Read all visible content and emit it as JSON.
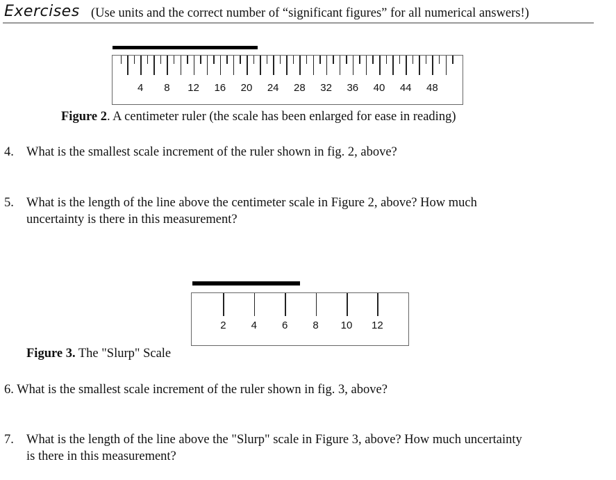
{
  "header": {
    "title": "Exercises",
    "note": "(Use units and the correct number of “significant figures” for all numerical answers!)"
  },
  "figure2": {
    "caption_label": "Figure 2",
    "caption_text": ". A centimeter ruler (the scale has been enlarged for ease in reading)",
    "ruler": {
      "max": 52,
      "minor_step": 1,
      "major_step": 2,
      "labels": [
        "4",
        "8",
        "12",
        "16",
        "20",
        "24",
        "28",
        "32",
        "36",
        "40",
        "44",
        "48"
      ],
      "label_values": [
        4,
        8,
        12,
        16,
        20,
        24,
        28,
        32,
        36,
        40,
        44,
        48
      ],
      "line_length": 22
    }
  },
  "figure3": {
    "caption_label": "Figure 3.",
    "caption_text": " The \"Slurp\" Scale",
    "ruler": {
      "labels": [
        "2",
        "4",
        "6",
        "8",
        "10",
        "12"
      ],
      "label_values": [
        2,
        4,
        6,
        8,
        10,
        12
      ],
      "line_length": 7
    }
  },
  "questions": [
    {
      "num": "4.",
      "text": "What is the smallest scale increment of the ruler shown in fig. 2, above?"
    },
    {
      "num": "5.",
      "text": "What is the length of the line above the centimeter scale in Figure 2, above?  How much",
      "text2": "uncertainty is there in this measurement?"
    },
    {
      "num": "6.",
      "text": "What is the smallest scale increment of the ruler shown in fig. 3, above?"
    },
    {
      "num": "7.",
      "text": "What is the length of the line above the \"Slurp\" scale in Figure 3, above? How much uncertainty",
      "text2": "is there in this measurement?"
    }
  ]
}
